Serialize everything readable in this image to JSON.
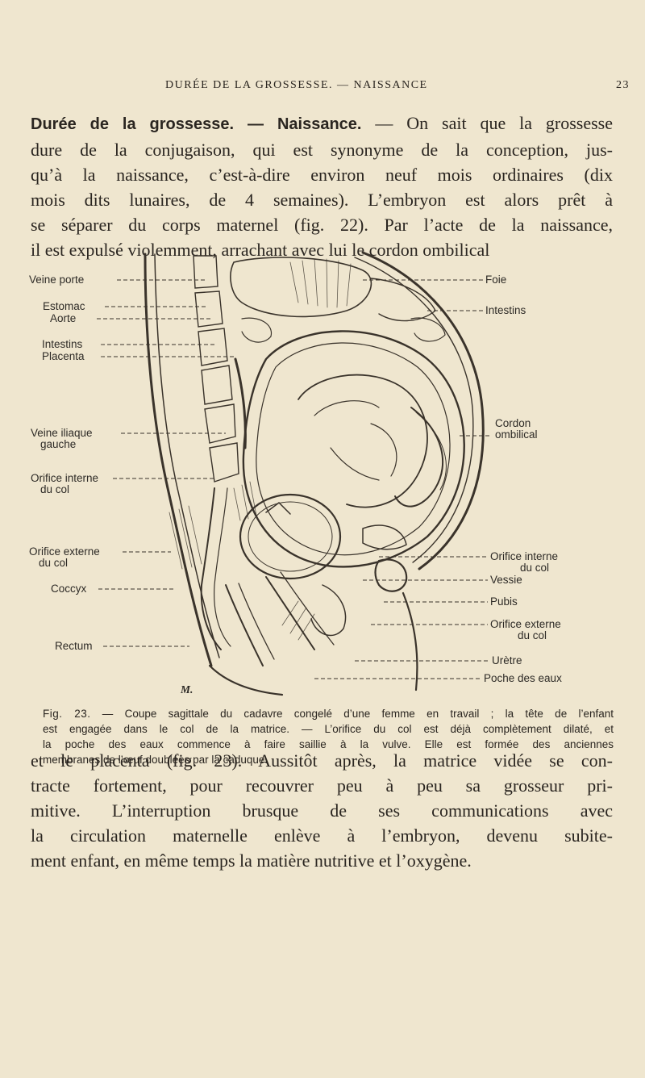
{
  "header": {
    "running_title": "DURÉE DE LA GROSSESSE. — NAISSANCE",
    "page_number": "23"
  },
  "paragraph1": {
    "heading": "Durée de la grossesse. — Naissance.",
    "lines": [
      " — On sait que la grossesse",
      "dure de la conjugaison, qui est synonyme de la conception, jus-",
      "qu’à la naissance, c’est-à-dire environ neuf mois ordinaires (dix",
      "mois dits lunaires, de 4 semaines). L’embryon est alors prêt à",
      "se séparer du corps maternel (fig. 22). Par l’acte de la naissance,",
      "il est expulsé violemment, arrachant avec lui le cordon ombilical"
    ]
  },
  "figure": {
    "labels_left": {
      "veine_porte": "Veine porte",
      "estomac": "Estomac",
      "aorte": "Aorte",
      "intestins": "Intestins",
      "placenta": "Placenta",
      "veine_iliaque_1": "Veine iliaque",
      "veine_iliaque_2": "gauche",
      "orifice_interne_1": "Orifice interne",
      "orifice_interne_2": "du col",
      "orifice_externe_1": "Orifice externe",
      "orifice_externe_2": "du col",
      "coccyx": "Coccyx",
      "rectum": "Rectum"
    },
    "labels_right": {
      "foie": "Foie",
      "intestins": "Intestins",
      "cordon_1": "Cordon",
      "cordon_2": "ombilical",
      "orifice_interne_1": "Orifice interne",
      "orifice_interne_2": "du col",
      "vessie": "Vessie",
      "pubis": "Pubis",
      "orifice_externe_1": "Orifice externe",
      "orifice_externe_2": "du col",
      "uretre": "Urètre",
      "poche": "Poche des eaux"
    },
    "engraver_mark": "M."
  },
  "caption": {
    "fig_label": "Fig. 23.",
    "lines": [
      " — Coupe sagittale du cadavre congelé d’une femme en travail ; la tête de l’enfant",
      "est engagée dans le col de la matrice. — L’orifice du col est déjà complètement dilaté, et",
      "la poche des eaux commence à faire saillie à la vulve. Elle est formée des anciennes",
      "membranes de l’œuf doublées par la caduque."
    ]
  },
  "paragraph2": {
    "lines": [
      "et le placenta (fig. 23). Aussitôt après, la matrice vidée se con-",
      "tracte fortement, pour recouvrer peu à peu sa grosseur pri-",
      "mitive. L’interruption brusque de ses communications avec",
      "la circulation maternelle enlève à l’embryon, devenu subite-",
      "ment enfant, en même temps la matière nutritive et l’oxygène."
    ]
  },
  "colors": {
    "paper": "#efe6cf",
    "ink": "#2a2520"
  }
}
